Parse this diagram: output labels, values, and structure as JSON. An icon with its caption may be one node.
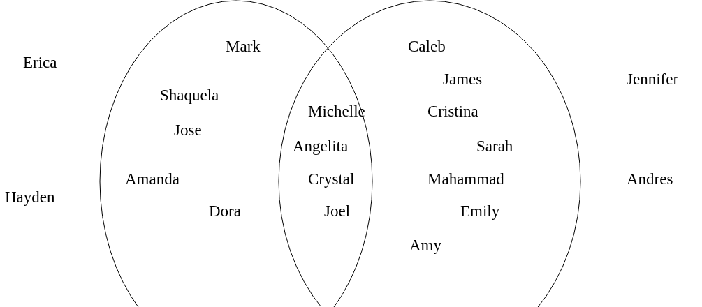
{
  "diagram": {
    "nodes": [
      {
        "text": [],
        "shape": "circle"
      },
      {
        "text": [],
        "shape": "circle"
      }
    ],
    "edges": [],
    "labels": [
      "Mark",
      "Caleb",
      "Erica",
      "James",
      "Jennifer",
      "Shaquela",
      "Michelle",
      "Cristina",
      "Jose",
      "Angelita",
      "Sarah",
      "Amanda",
      "Crystal",
      "Mahammad",
      "Andres",
      "Hayden",
      "Dora",
      "Joel",
      "Emily",
      "Amy"
    ]
  }
}
